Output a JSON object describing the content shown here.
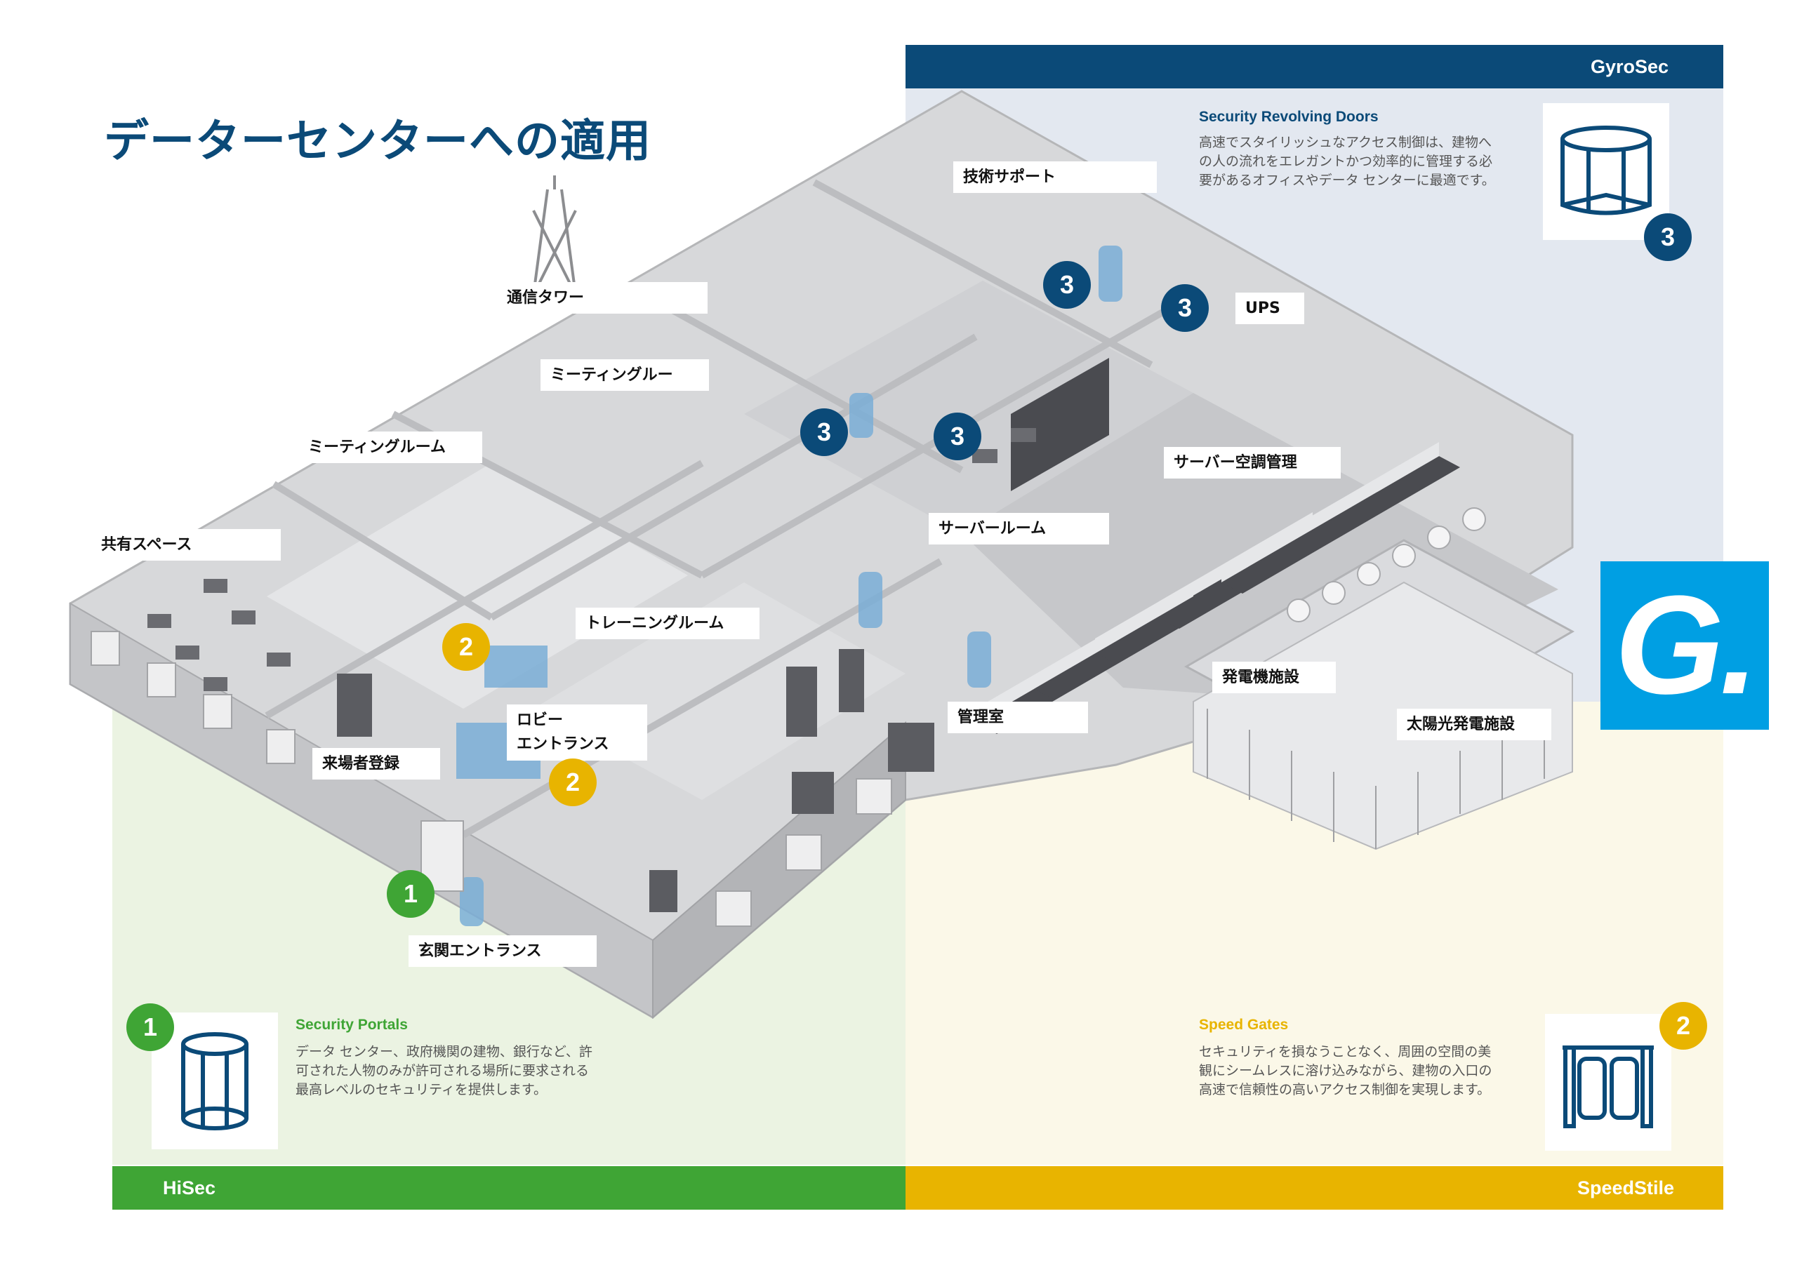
{
  "title": "データーセンターへの適用",
  "brand_bars": {
    "top": "GyroSec",
    "bottom_left": "HiSec",
    "bottom_right": "SpeedStile"
  },
  "logo": {
    "text": "G.",
    "color": "#009fe3"
  },
  "colors": {
    "navy": "#0b4a78",
    "green": "#3fa535",
    "yellow": "#e8b400"
  },
  "areas": {
    "tech_support": "技術サポート",
    "comm_tower": "通信タワー",
    "meeting_group": "ミーティングルー",
    "meeting_room": "ミーティングルーム",
    "shared_space": "共有スペース",
    "ups": "UPS",
    "server_hvac": "サーバー空調管理",
    "server_room": "サーバールーム",
    "training_room": "トレーニングルーム",
    "lobby_line1": "ロビー",
    "lobby_line2": "エントランス",
    "generator": "発電機施設",
    "control_room": "管理室",
    "solar": "太陽光発電施設",
    "visitor_reg": "来場者登録",
    "front_entrance": "玄関エントランス"
  },
  "markers": {
    "one": "1",
    "two": "2",
    "three": "3"
  },
  "products": {
    "revolving": {
      "title": "Security Revolving Doors",
      "desc": "高速でスタイリッシュなアクセス制御は、建物への人の流れをエレガントかつ効率的に管理する必要があるオフィスやデータ センターに最適です。",
      "marker": "3",
      "icon": "revolving-door-icon"
    },
    "portals": {
      "title": "Security Portals",
      "desc": "データ センター、政府機関の建物、銀行など、許可された人物のみが許可される場所に要求される最高レベルのセキュリティを提供します。",
      "marker": "1",
      "icon": "security-portal-icon"
    },
    "gates": {
      "title": "Speed Gates",
      "desc": "セキュリティを損なうことなく、周囲の空間の美観にシームレスに溶け込みながら、建物の入口の高速で信頼性の高いアクセス制御を実現します。",
      "marker": "2",
      "icon": "speed-gate-icon"
    }
  }
}
